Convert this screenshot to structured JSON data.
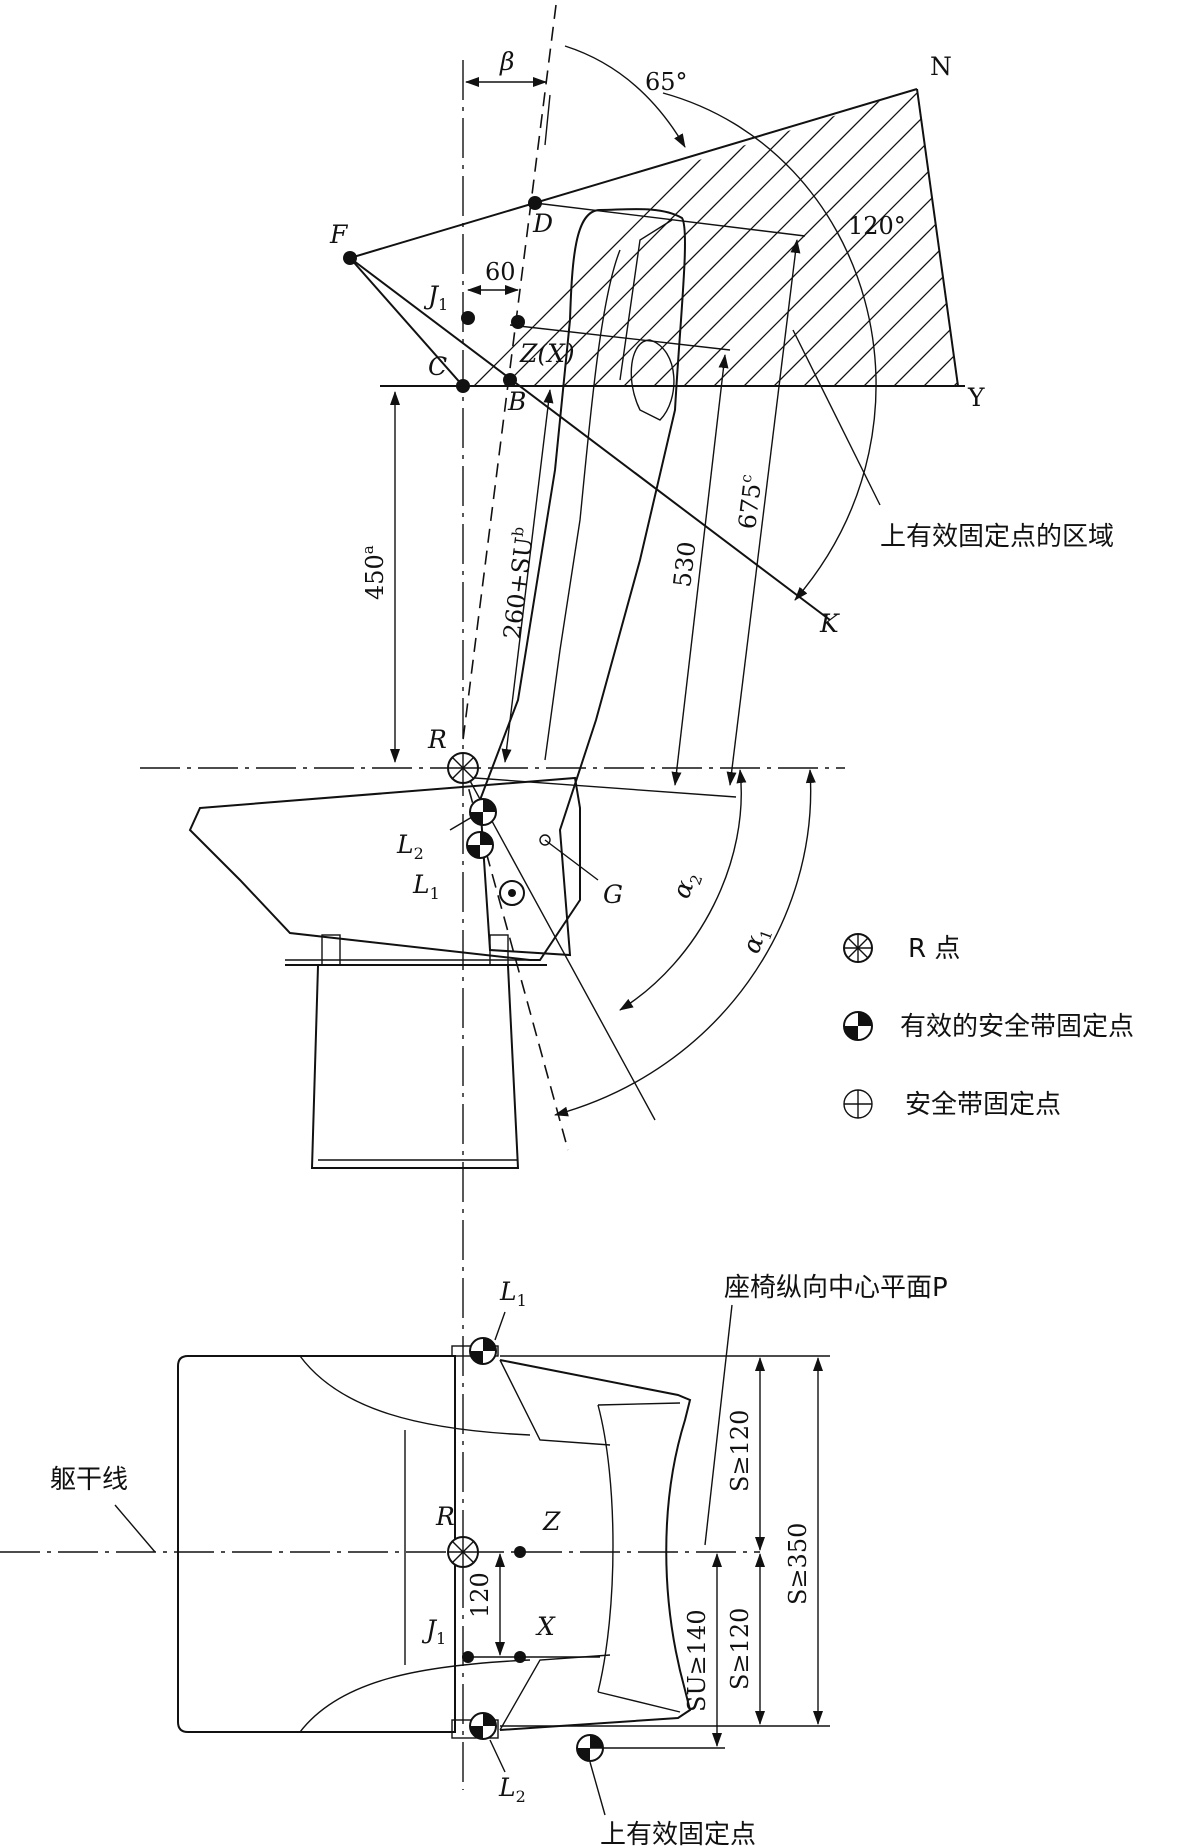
{
  "points": {
    "N": "N",
    "Y": "Y",
    "F": "F",
    "D": "D",
    "J1": "J",
    "J1_sub": "1",
    "C": "C",
    "B": "B",
    "ZX": "Z(X)",
    "K": "K",
    "R": "R",
    "L2": "L",
    "L2_sub": "2",
    "L1": "L",
    "L1_sub": "1",
    "G": "G",
    "a2": "α",
    "a2_sub": "2",
    "a1": "α",
    "a1_sub": "1",
    "beta": "β",
    "top_L1": "L",
    "top_L1_sub": "1",
    "top_R": "R",
    "top_Z": "Z",
    "top_J1": "J",
    "top_J1_sub": "1",
    "top_X": "X",
    "top_L2": "L",
    "top_L2_sub": "2"
  },
  "angles": {
    "a65": "65°",
    "a120": "120°"
  },
  "dimensions": {
    "d60": "60",
    "d450": "450",
    "d450_sup": "a",
    "d260": "260+SU",
    "d260_sup": "b",
    "d530": "530",
    "d675": "675",
    "d675_sup": "c",
    "d120": "120",
    "s120_top": "S≥120",
    "s350": "S≥350",
    "s120_bot": "S≥120",
    "su140": "SU≥140"
  },
  "labels": {
    "zone": "上有效固定点的区域",
    "plane": "座椅纵向中心平面P",
    "torso": "躯干线",
    "upper_anchor": "上有效固定点"
  },
  "legend": [
    {
      "icon": "r-point-symbol",
      "label": "R 点"
    },
    {
      "icon": "effective-anchorage-symbol",
      "label": "有效的安全带固定点"
    },
    {
      "icon": "anchorage-symbol",
      "label": "安全带固定点"
    }
  ]
}
